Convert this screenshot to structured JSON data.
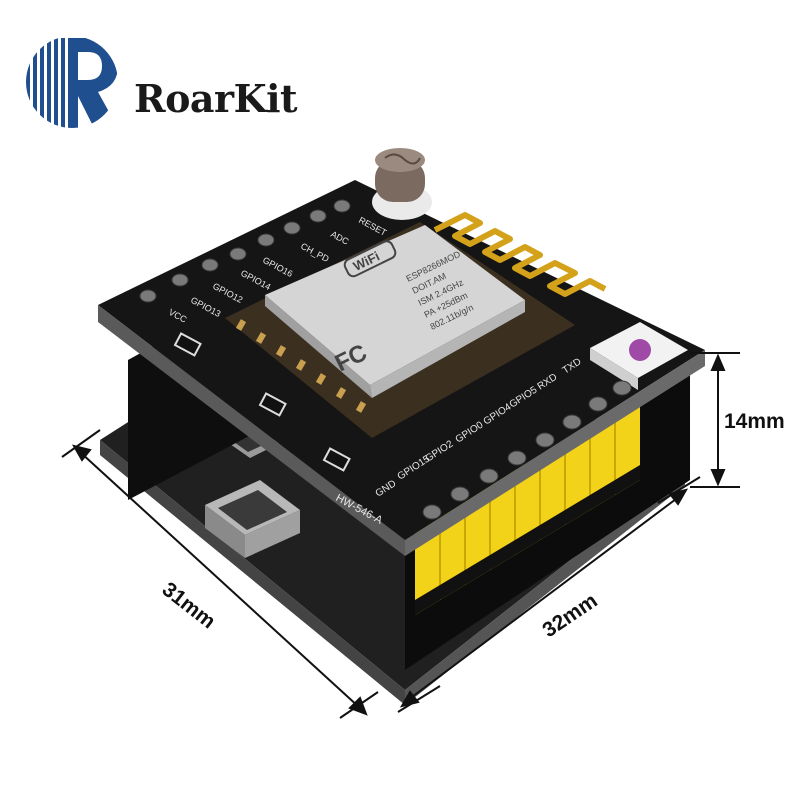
{
  "brand": {
    "name": "RoarKit",
    "accent_color": "#1f4f8f",
    "logo_icon": "r-letter-logo-icon"
  },
  "board": {
    "pcb_color": "#151515",
    "header_color": "#f3d21a",
    "module": {
      "wifi_badge": "WiFi",
      "lines": [
        "ESP8266MOD",
        "DOIT.AM",
        "ISM 2.4GHz",
        "PA +25dBm",
        "802.11b/g/n"
      ],
      "fcc_mark": "FC"
    },
    "model_label": "HW-546-A",
    "top_pin_labels": [
      "RESET",
      "ADC",
      "CH_PD",
      "GPIO16",
      "GPIO14",
      "GPIO12",
      "GPIO13",
      "VCC"
    ],
    "right_pin_labels": [
      "TXD",
      "RXD",
      "GPIO5",
      "GPIO4",
      "GPIO0",
      "GPIO2",
      "GPIO15",
      "GND"
    ]
  },
  "dimensions": {
    "height": "14mm",
    "width": "31mm",
    "depth": "32mm"
  }
}
